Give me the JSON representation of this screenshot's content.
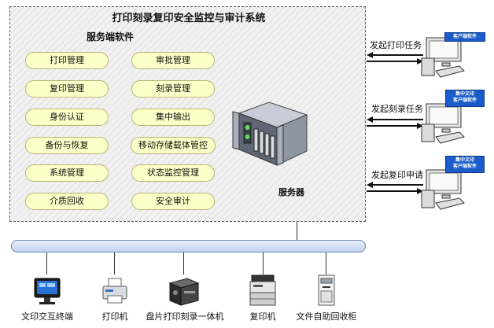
{
  "system_title": "打印刻录复印安全监控与审计系统",
  "software_title": "服务端软件",
  "modules_left": [
    "打印管理",
    "复印管理",
    "身份认证",
    "备份与恢复",
    "系统管理",
    "介质回收"
  ],
  "modules_right": [
    "审批管理",
    "刻录管理",
    "集中输出",
    "移动存储载体管控",
    "状态监控管理",
    "安全审计"
  ],
  "server_label": "服务器",
  "clients": [
    {
      "task": "发起打印任务",
      "badge": [
        "客户端软件"
      ]
    },
    {
      "task": "发起刻录任务",
      "badge": [
        "集中文印",
        "客户端软件"
      ]
    },
    {
      "task": "发起复印申请",
      "badge": [
        "集中文印",
        "客户端软件"
      ]
    }
  ],
  "devices": [
    {
      "label": "文印交互终端",
      "icon": "terminal-icon"
    },
    {
      "label": "打印机",
      "icon": "printer-icon"
    },
    {
      "label": "盘片打印刻录一体机",
      "icon": "disc-burner-icon"
    },
    {
      "label": "复印机",
      "icon": "copier-icon"
    },
    {
      "label": "文件自助回收柜",
      "icon": "recycle-cabinet-icon"
    }
  ]
}
